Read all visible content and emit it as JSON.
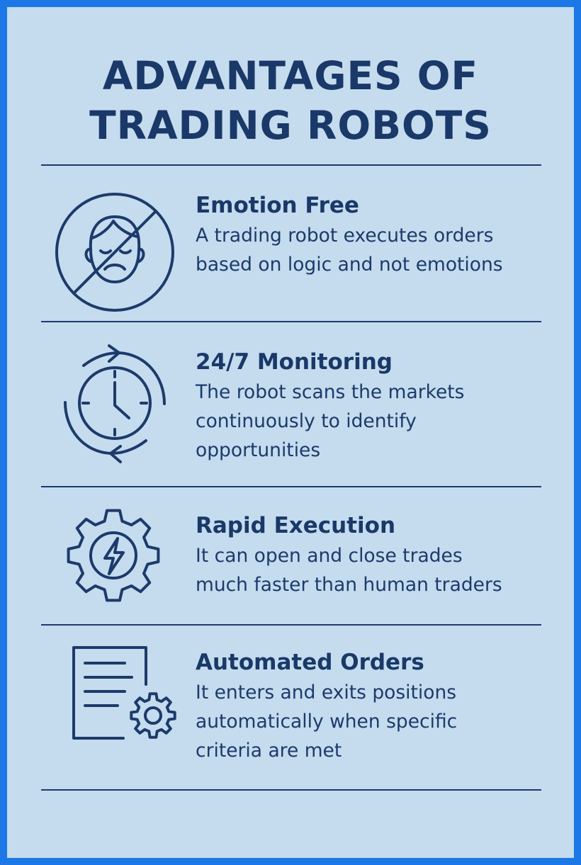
{
  "title": {
    "line1": "ADVANTAGES OF",
    "line2": "TRADING ROBOTS"
  },
  "colors": {
    "background": "#c4dcee",
    "frame": "#1b78e6",
    "ink": "#1d3a6b"
  },
  "items": [
    {
      "icon": "no-emotion-face-icon",
      "title": "Emotion Free",
      "desc_lines": [
        "A trading robot executes orders",
        "based on logic and not emotions"
      ]
    },
    {
      "icon": "clock-cycle-icon",
      "title": "24/7 Monitoring",
      "desc_lines": [
        "The robot scans the markets",
        "continuously to identify",
        "opportunities"
      ]
    },
    {
      "icon": "gear-lightning-icon",
      "title": "Rapid Execution",
      "desc_lines": [
        "It can open and close trades",
        "much faster than human traders"
      ]
    },
    {
      "icon": "document-gear-icon",
      "title": "Automated Orders",
      "desc_lines": [
        "It enters and exits positions",
        "automatically when specific",
        "criteria are met"
      ]
    }
  ]
}
